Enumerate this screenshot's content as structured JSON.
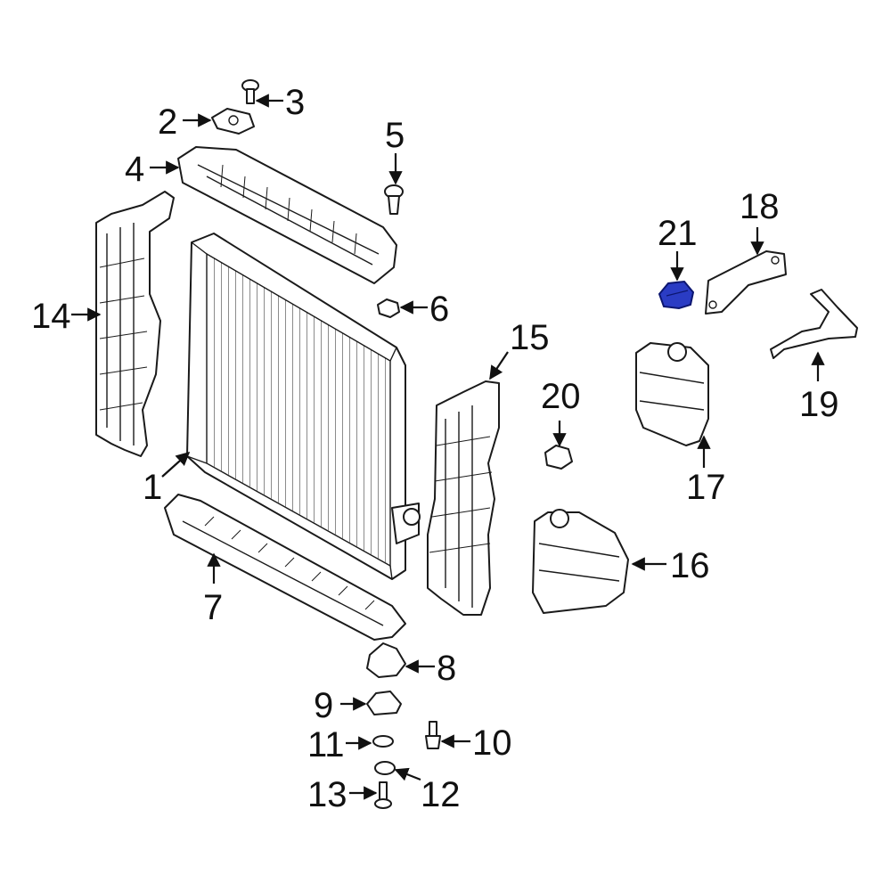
{
  "diagram": {
    "highlight_color": "#2a3cc4",
    "highlighted_part": "21",
    "callouts": [
      {
        "id": "c1",
        "label": "1"
      },
      {
        "id": "c2",
        "label": "2"
      },
      {
        "id": "c3",
        "label": "3"
      },
      {
        "id": "c4",
        "label": "4"
      },
      {
        "id": "c5",
        "label": "5"
      },
      {
        "id": "c6",
        "label": "6"
      },
      {
        "id": "c7",
        "label": "7"
      },
      {
        "id": "c8",
        "label": "8"
      },
      {
        "id": "c9",
        "label": "9"
      },
      {
        "id": "c10",
        "label": "10"
      },
      {
        "id": "c11",
        "label": "11"
      },
      {
        "id": "c12",
        "label": "12"
      },
      {
        "id": "c13",
        "label": "13"
      },
      {
        "id": "c14",
        "label": "14"
      },
      {
        "id": "c15",
        "label": "15"
      },
      {
        "id": "c16",
        "label": "16"
      },
      {
        "id": "c17",
        "label": "17"
      },
      {
        "id": "c18",
        "label": "18"
      },
      {
        "id": "c19",
        "label": "19"
      },
      {
        "id": "c20",
        "label": "20"
      },
      {
        "id": "c21",
        "label": "21"
      }
    ]
  }
}
